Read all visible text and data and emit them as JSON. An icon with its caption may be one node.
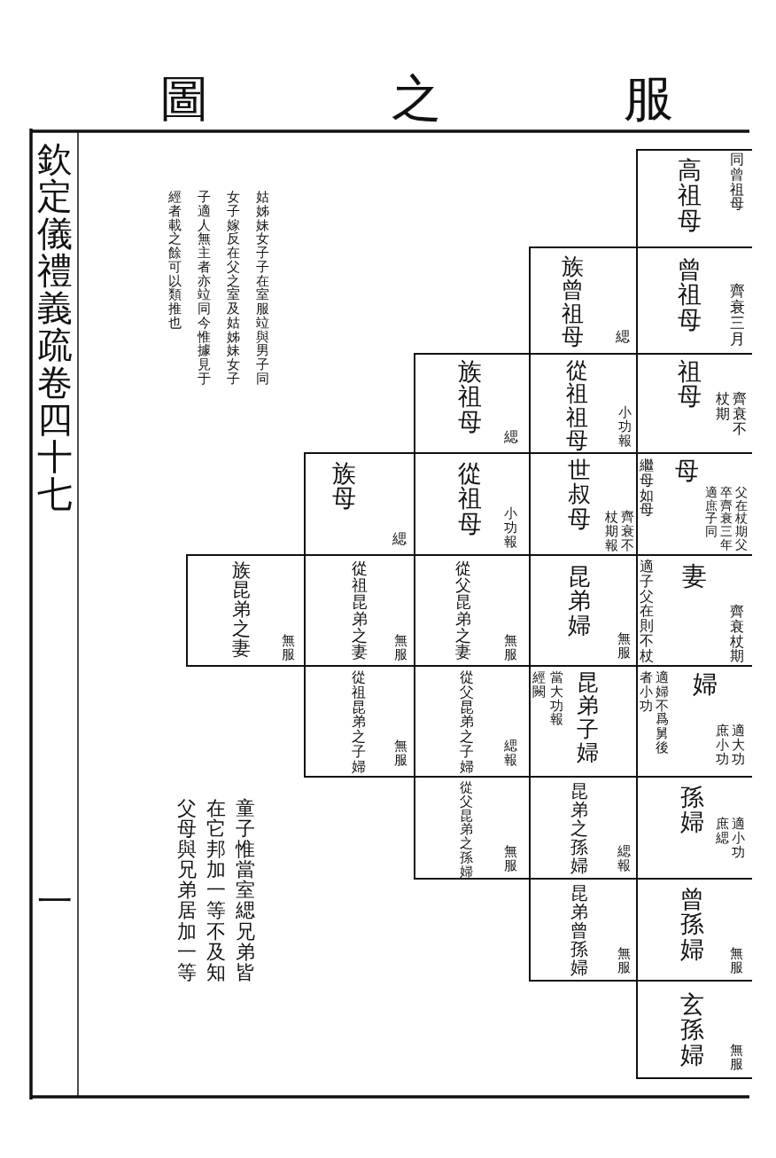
{
  "diagram": {
    "title": "服之圖",
    "nodes": [
      {
        "text": [
          "高祖母",
          "同曾祖母"
        ]
      },
      {
        "text": [
          "曾祖母",
          "齊衰三月"
        ]
      },
      {
        "text": [
          "族曾祖母",
          "緦"
        ]
      },
      {
        "text": [
          "祖母",
          "齊衰不杖期"
        ]
      },
      {
        "text": [
          "從祖祖母",
          "小功報"
        ]
      },
      {
        "text": [
          "族祖母",
          "緦"
        ]
      },
      {
        "text": [
          "繼母如母",
          "母",
          "父在杖期父卒齊衰三年適庶子同"
        ]
      },
      {
        "text": [
          "世叔母",
          "齊衰不杖期報"
        ]
      },
      {
        "text": [
          "從祖母",
          "小功報"
        ]
      },
      {
        "text": [
          "族母",
          "緦"
        ]
      },
      {
        "text": [
          "適子父在則不杖",
          "妻",
          "齊衰杖期"
        ]
      },
      {
        "text": [
          "昆弟婦",
          "無服"
        ]
      },
      {
        "text": [
          "從父昆弟之妻",
          "無服"
        ]
      },
      {
        "text": [
          "從祖昆弟之妻",
          "無服"
        ]
      },
      {
        "text": [
          "族昆弟之妻",
          "無服"
        ]
      },
      {
        "text": [
          "適婦不爲舅後者小功",
          "婦",
          "適大功庶小功"
        ]
      },
      {
        "text": [
          "經闕",
          "當大功報",
          "昆弟子婦"
        ]
      },
      {
        "text": [
          "從父昆弟之子婦",
          "緦報"
        ]
      },
      {
        "text": [
          "從祖昆弟之子婦",
          "無服"
        ]
      },
      {
        "text": [
          "孫婦",
          "適小功庶緦"
        ]
      },
      {
        "text": [
          "昆弟之孫婦",
          "緦報"
        ]
      },
      {
        "text": [
          "從父昆弟之孫婦",
          "無服"
        ]
      },
      {
        "text": [
          "曾孫婦",
          "無服"
        ]
      },
      {
        "text": [
          "昆弟曾孫婦",
          "無服"
        ]
      },
      {
        "text": [
          "玄孫婦",
          "無服"
        ]
      }
    ],
    "labels": [
      "欽定儀禮義疏卷四十七",
      "姑姊妹女子子在室服竝與男子同女子嫁反在父之室及姑姊妹女子子適人無主者亦竝同今惟據見于經者載之餘可以類推也",
      "童子惟當室緦兄弟皆在它邦加一等不及知父母與兄弟居加一等",
      "一"
    ]
  }
}
